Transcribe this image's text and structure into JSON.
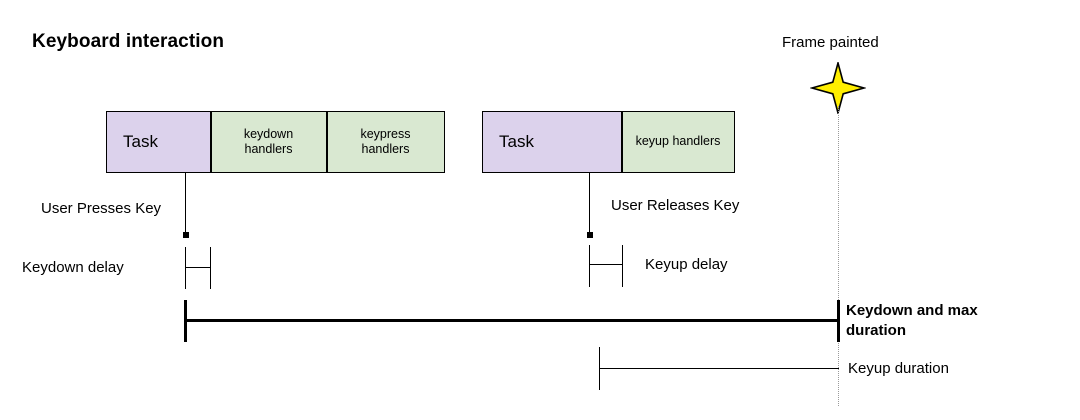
{
  "title": "Keyboard interaction",
  "colors": {
    "task_fill": "#dcd2ec",
    "handler_fill": "#d9e8d1",
    "stroke": "#000000",
    "star_fill": "#ffee00",
    "dotted": "#9a9a9a"
  },
  "timeline_rows": {
    "first_task_group": {
      "boxes": [
        {
          "label": "Task",
          "kind": "task"
        },
        {
          "label": "keydown\nhandlers",
          "line1": "keydown",
          "line2": "handlers",
          "kind": "handler"
        },
        {
          "label": "keypress\nhandlers",
          "line1": "keypress",
          "line2": "handlers",
          "kind": "handler"
        }
      ]
    },
    "second_task_group": {
      "boxes": [
        {
          "label": "Task",
          "kind": "task"
        },
        {
          "label": "keyup handlers",
          "kind": "handler"
        }
      ]
    }
  },
  "events": {
    "press_label": "User Presses Key",
    "release_label": "User Releases Key"
  },
  "frame": {
    "label": "Frame painted",
    "icon": "sparkle-star-icon"
  },
  "measures": [
    {
      "name": "keydown-delay",
      "label": "Keydown delay"
    },
    {
      "name": "keyup-delay",
      "label": "Keyup delay"
    },
    {
      "name": "keydown-max-duration",
      "label": "Keydown and max duration",
      "bold": true
    },
    {
      "name": "keyup-duration",
      "label": "Keyup duration"
    }
  ]
}
